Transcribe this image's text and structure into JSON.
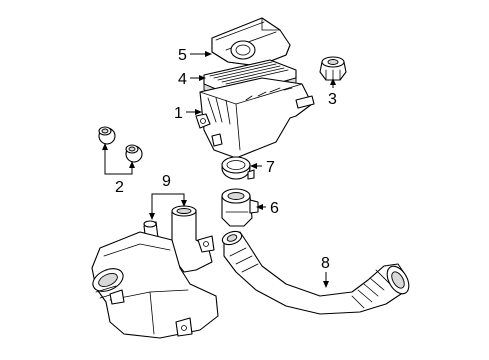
{
  "callouts": {
    "c1": "1",
    "c2": "2",
    "c3": "3",
    "c4": "4",
    "c5": "5",
    "c6": "6",
    "c7": "7",
    "c8": "8",
    "c9": "9"
  },
  "colors": {
    "line": "#000000",
    "background": "#ffffff",
    "shade": "#d9d9d9"
  }
}
